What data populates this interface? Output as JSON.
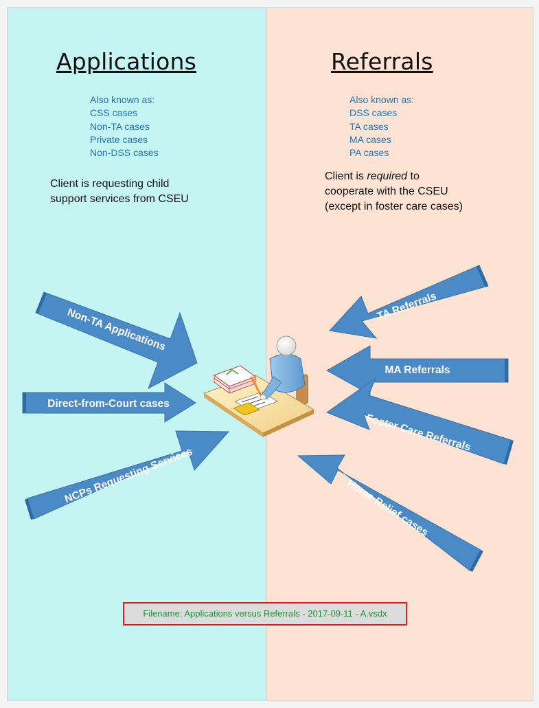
{
  "left": {
    "heading": "Applications",
    "aka": [
      "Also known as:",
      "CSS cases",
      "Non-TA cases",
      "Private cases",
      "Non-DSS cases"
    ],
    "description": [
      "Client is requesting child",
      "support services from CSEU"
    ]
  },
  "right": {
    "heading": "Referrals",
    "aka": [
      "Also known as:",
      "DSS cases",
      "TA cases",
      "MA cases",
      "PA cases"
    ],
    "description": {
      "line1_pre": "Client is ",
      "line1_em": "required",
      "line1_post": " to",
      "line2": "cooperate with the CSEU",
      "line3": "(except in foster care cases)"
    }
  },
  "arrows": {
    "non_ta_applications": "Non-TA Applications",
    "direct_from_court": "Direct-from-Court cases",
    "ncps_requesting": "NCPs Requesting Services",
    "ta_referrals": "TA Referrals",
    "ma_referrals": "MA Referrals",
    "foster_care_referrals": "Foster Care Referrals",
    "home_relief": "Home Relief cases"
  },
  "filename": "Filename:  Applications versus Referrals - 2017-09-11 - A.vsdx",
  "colors": {
    "left_panel": "#c5f5f3",
    "right_panel": "#fde3d3",
    "arrow_fill": "#4a8ac6",
    "accent_text": "#1f74b8",
    "filename_text": "#21913b",
    "filename_border": "#e01f1f"
  },
  "icons": [
    "clerk-at-desk-icon"
  ]
}
